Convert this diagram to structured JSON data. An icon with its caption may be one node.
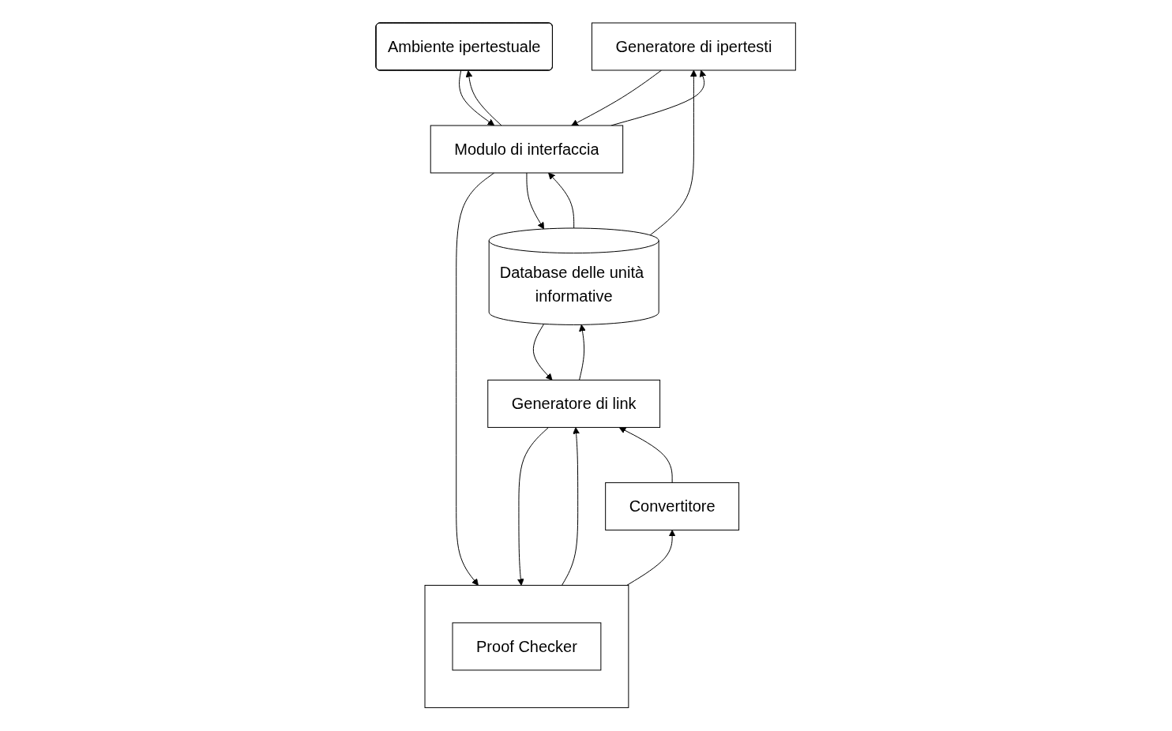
{
  "diagram": {
    "nodes": [
      {
        "text": [
          "Ambiente ipertestuale"
        ]
      },
      {
        "text": [
          "Modulo di interfaccia"
        ]
      },
      {
        "text": [
          "Generatore di ipertesti"
        ]
      },
      {
        "text": [
          "Database delle unità informative"
        ]
      },
      {
        "text": [],
        "shape": "box"
      },
      {
        "text": [
          "Proof Checker"
        ],
        "in": 4
      },
      {
        "text": [
          "Generatore di link"
        ]
      },
      {
        "text": [
          "Convertitore"
        ]
      }
    ],
    "edges": [
      {
        "from": 0,
        "to": 1,
        "arrow": "to"
      },
      {
        "from": 1,
        "to": 0,
        "arrow": "to"
      },
      {
        "from": 1,
        "to": 2,
        "arrow": "to"
      },
      {
        "from": 2,
        "to": 1,
        "arrow": "to"
      },
      {
        "from": 3,
        "to": 1,
        "arrow": "to"
      },
      {
        "from": 1,
        "to": 3,
        "arrow": "to"
      },
      {
        "from": 1,
        "to": 4,
        "arrow": "to"
      },
      {
        "from": 3,
        "to": 2,
        "arrow": "to"
      },
      {
        "from": 4,
        "to": 6,
        "arrow": "to"
      },
      {
        "from": 6,
        "to": 4,
        "arrow": "to"
      },
      {
        "from": 4,
        "to": 7,
        "arrow": "to"
      },
      {
        "from": 6,
        "to": 3,
        "arrow": "to"
      },
      {
        "from": 3,
        "to": 6,
        "arrow": "to"
      },
      {
        "from": 7,
        "to": 6,
        "arrow": "to"
      }
    ]
  }
}
